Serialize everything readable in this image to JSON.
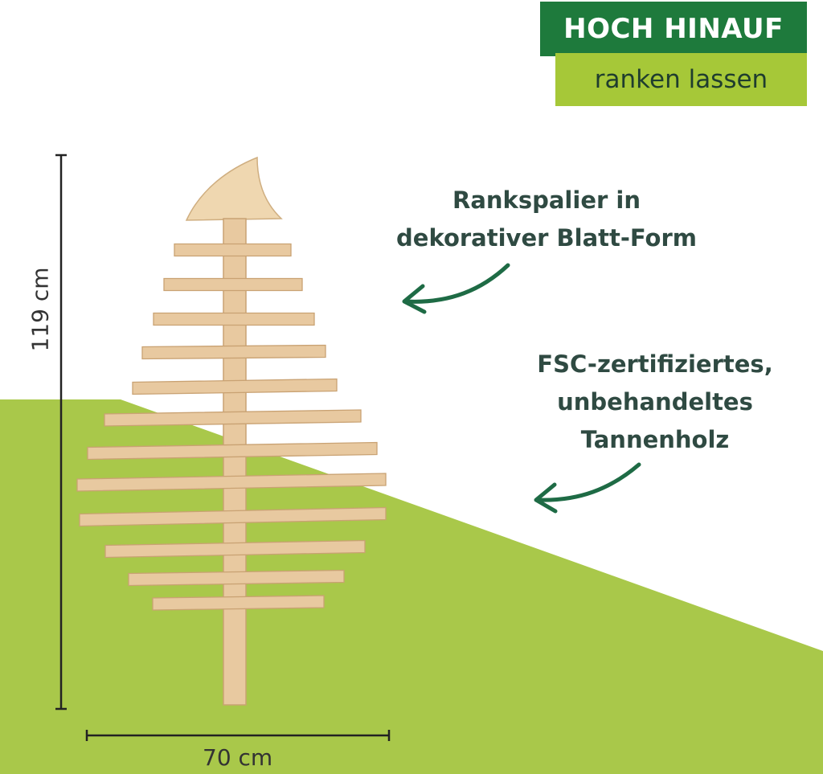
{
  "header": {
    "line1": "HOCH HINAUF",
    "line2": "ranken lassen"
  },
  "callouts": [
    {
      "lines": [
        "Rankspalier in",
        "dekorativer Blatt-Form"
      ]
    },
    {
      "lines": [
        "FSC-zertifiziertes,",
        "unbehandeltes",
        "Tannenholz"
      ]
    }
  ],
  "dimensions": {
    "height": "119 cm",
    "width": "70 cm"
  },
  "colors": {
    "header_dark_green": "#1e7a3c",
    "header_light_green": "#a6c838",
    "lawn_green": "#a9c84a",
    "wood": "#e8c9a0",
    "text_dark": "#2f4a42",
    "arrow_green": "#1e6b45"
  }
}
